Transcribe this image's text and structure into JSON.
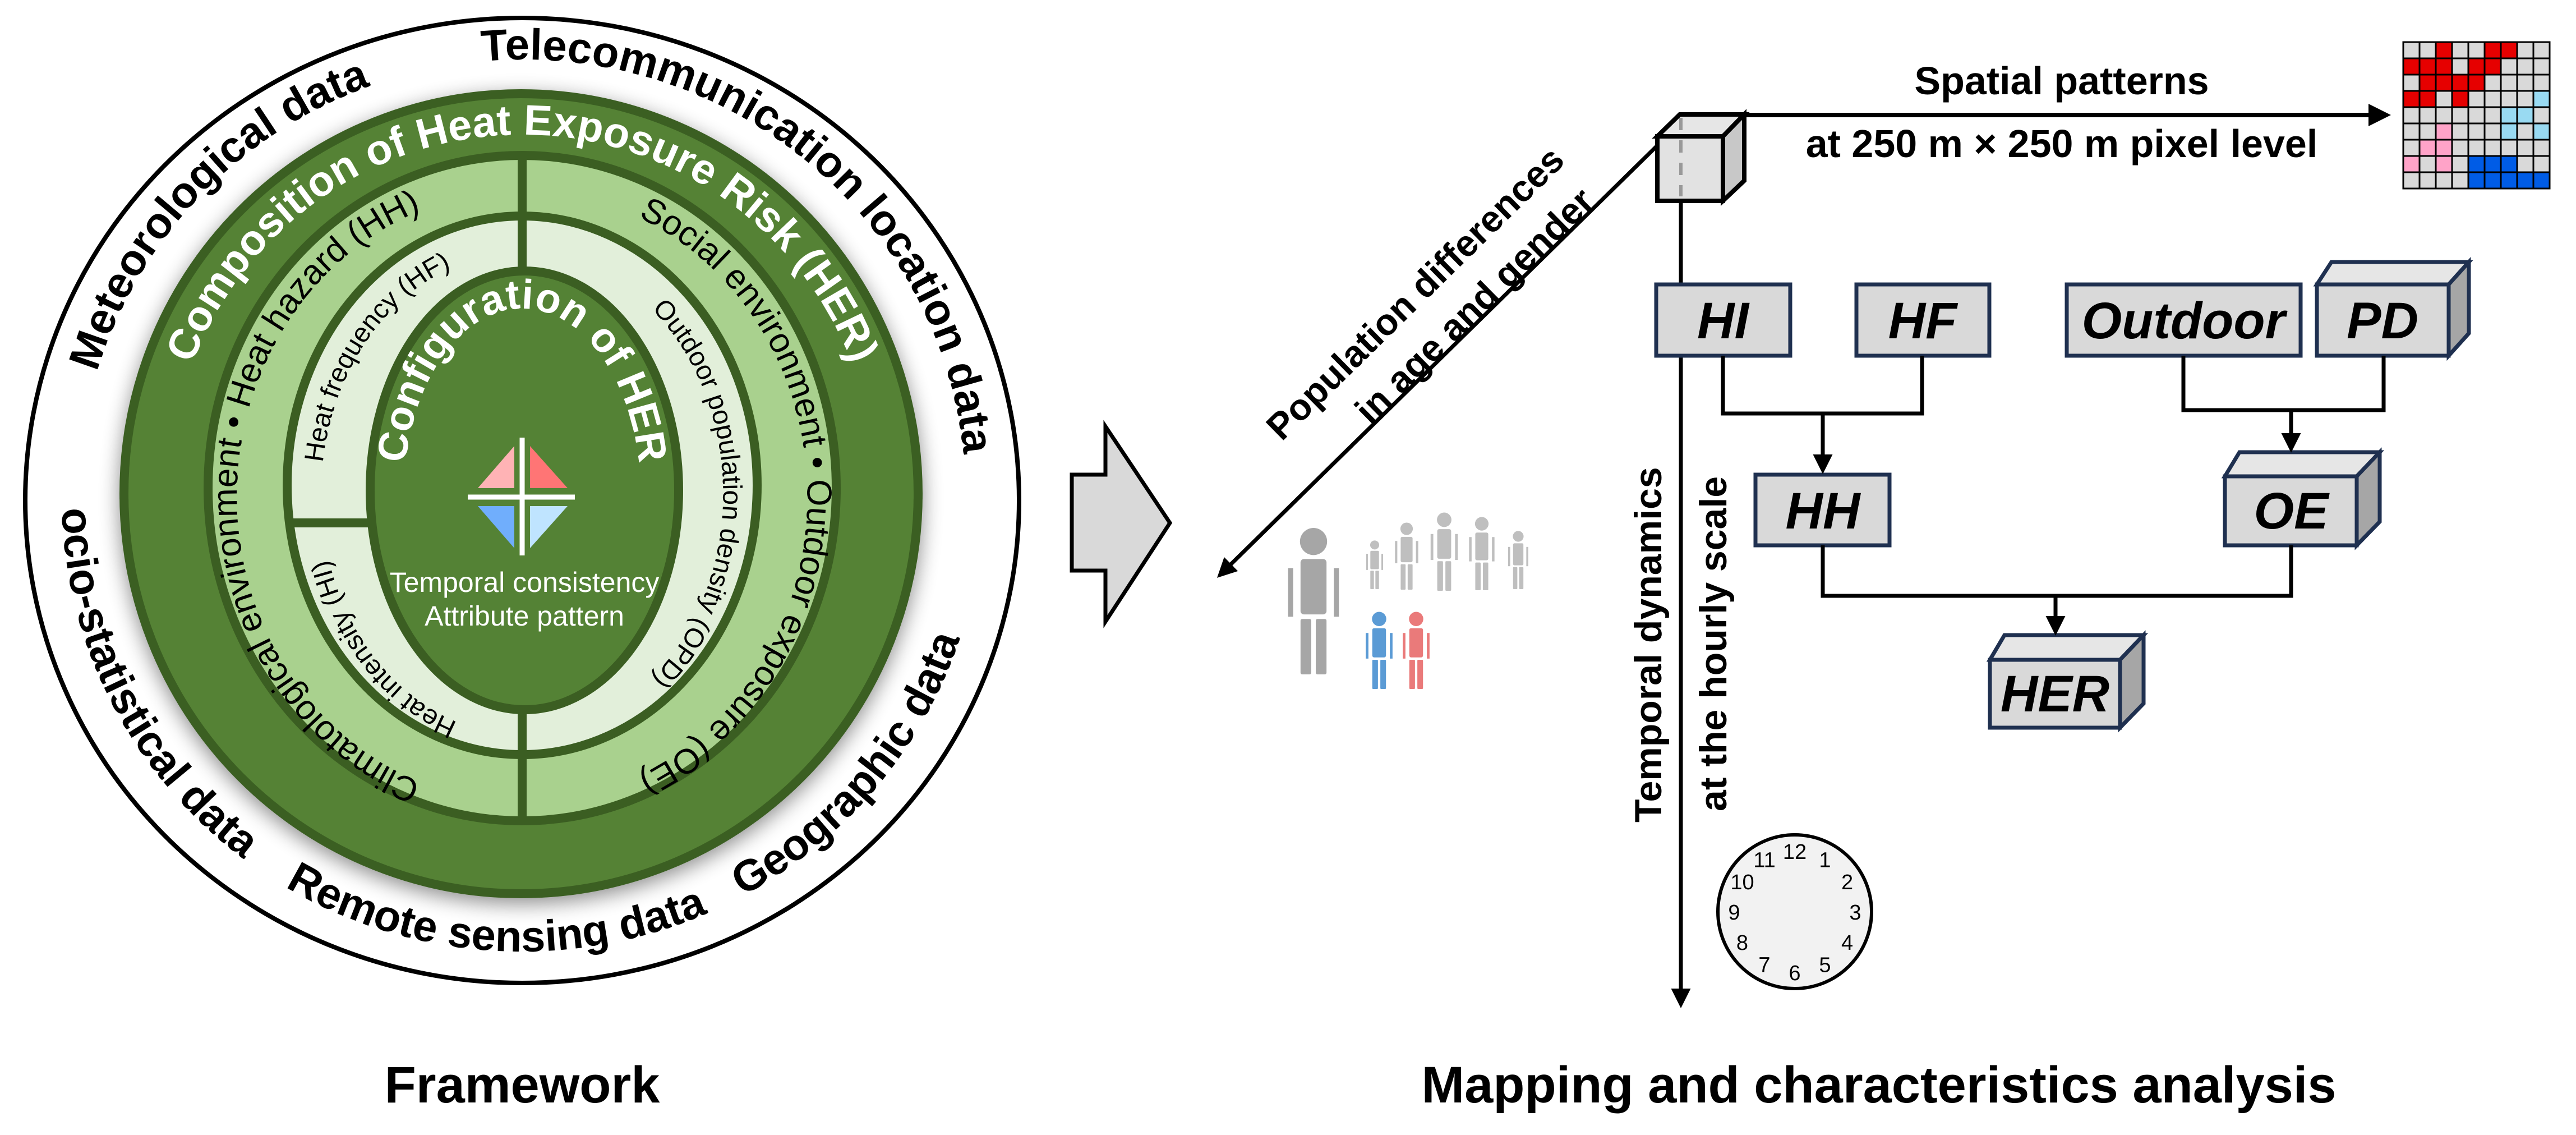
{
  "framework": {
    "caption": "Framework",
    "outer_ring_labels": [
      "Meteorological data",
      "Telecommunication location data",
      "Geographic data",
      "Remote sensing data",
      "Socio-statistical data"
    ],
    "composition_ring": {
      "title": "Composition of Heat Exposure Risk (HER)",
      "left_label": "Climatological environment • Heat hazard (HH)",
      "right_label": "Social environment • Outdoor exposure (OE)"
    },
    "factor_ring": {
      "hf": "Heat frequency (HF)",
      "hi": "Heat intensity (HI)",
      "opd": "Outdoor population density (OPD)"
    },
    "core": {
      "title": "Configuration of HER",
      "line1": "Temporal consistency",
      "line2": "Attribute pattern",
      "icon": "quadrant-diamond-icon"
    },
    "colors": {
      "dark_green": "#548235",
      "ring_border": "#3b5e22",
      "mid_green": "#a9d18e",
      "light_green": "#e2efda",
      "pink": "#ffb3b5",
      "red": "#ff7575",
      "blue": "#70aefc",
      "light_blue": "#bfe4ff"
    }
  },
  "transition_arrow": "right-block-arrow-icon",
  "mapping": {
    "caption": "Mapping and characteristics analysis",
    "spatial": {
      "line1": "Spatial patterns",
      "line2": "at 250 m × 250 m pixel level"
    },
    "population": {
      "line1": "Population differences",
      "line2": "in age and gender"
    },
    "temporal": {
      "line1": "Temporal dynamics",
      "line2": "at the hourly scale"
    },
    "flow_nodes": {
      "hi": "HI",
      "hf": "HF",
      "outdoor": "Outdoor",
      "pd": "PD",
      "hh": "HH",
      "oe": "OE",
      "her": "HER"
    },
    "clock_numbers": [
      "12",
      "1",
      "2",
      "3",
      "4",
      "5",
      "6",
      "7",
      "8",
      "9",
      "10",
      "11"
    ],
    "pixel_grid": {
      "legend": {
        "g": "#d9d9d9",
        "r": "#e60000",
        "p": "#ffa3c8",
        "c": "#99daf2",
        "b": "#005ce6"
      },
      "rows": [
        "ggrggrrgg",
        "rrrgrrggg",
        "grrrrgggg",
        "rrgrggggcc",
        "ggggggccg",
        "ggpgggcgc",
        "gppgggggg",
        "pgpgbbbgg",
        "ggggbbbbb"
      ]
    },
    "people_colors": {
      "adult": "#a6a6a6",
      "group": "#bfbfbf",
      "male": "#5b9bd5",
      "female": "#ea7a7a"
    }
  }
}
